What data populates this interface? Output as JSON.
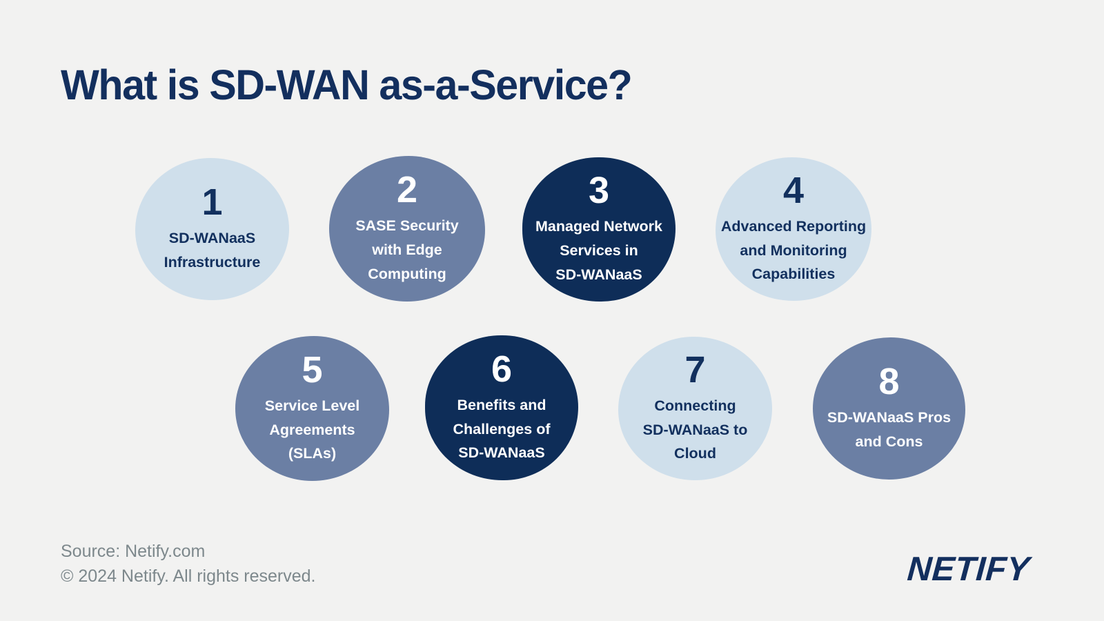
{
  "title": "What is SD-WAN as-a-Service?",
  "colors": {
    "background": "#f2f2f1",
    "circle_light_blue": "#cfdfeb",
    "circle_slate_blue": "#6b7fa4",
    "circle_navy": "#0e2d58",
    "title_text": "#132f5e",
    "text_on_light": "#12305e",
    "text_on_dark": "#ffffff",
    "footer_text": "#7d888c"
  },
  "chart_data": {
    "type": "table",
    "title": "What is SD-WAN as-a-Service?",
    "items": [
      {
        "number": 1,
        "label": "SD-WANaaS Infrastructure",
        "color": "light-blue"
      },
      {
        "number": 2,
        "label": "SASE Security with Edge Computing",
        "color": "slate-blue"
      },
      {
        "number": 3,
        "label": "Managed Network Services in SD-WANaaS",
        "color": "navy"
      },
      {
        "number": 4,
        "label": "Advanced Reporting and Monitoring Capabilities",
        "color": "light-blue"
      },
      {
        "number": 5,
        "label": "Service Level Agreements (SLAs)",
        "color": "slate-blue"
      },
      {
        "number": 6,
        "label": "Benefits and Challenges of SD-WANaaS",
        "color": "navy"
      },
      {
        "number": 7,
        "label": "Connecting SD-WANaaS to Cloud",
        "color": "light-blue"
      },
      {
        "number": 8,
        "label": "SD-WANaaS Pros and Cons",
        "color": "slate-blue"
      }
    ]
  },
  "circles": [
    {
      "number": "1",
      "variant": "light",
      "lines": [
        "SD-WANaaS",
        "Infrastructure"
      ]
    },
    {
      "number": "2",
      "variant": "slate",
      "lines": [
        "SASE Security",
        "with Edge",
        "Computing"
      ]
    },
    {
      "number": "3",
      "variant": "navy",
      "lines": [
        "Managed Network",
        "Services in",
        "SD-WANaaS"
      ]
    },
    {
      "number": "4",
      "variant": "light",
      "lines": [
        "Advanced Reporting",
        "and Monitoring",
        "Capabilities"
      ]
    },
    {
      "number": "5",
      "variant": "slate",
      "lines": [
        "Service Level",
        "Agreements",
        "(SLAs)"
      ]
    },
    {
      "number": "6",
      "variant": "navy",
      "lines": [
        "Benefits and",
        "Challenges of",
        "SD-WANaaS"
      ]
    },
    {
      "number": "7",
      "variant": "light",
      "lines": [
        "Connecting",
        "SD-WANaaS to",
        "Cloud"
      ]
    },
    {
      "number": "8",
      "variant": "slate",
      "lines": [
        "SD-WANaaS Pros",
        "and Cons"
      ]
    }
  ],
  "footer": {
    "source": "Source: Netify.com",
    "copyright": "© 2024 Netify. All rights reserved."
  },
  "logo": {
    "text": "NETIFY"
  }
}
